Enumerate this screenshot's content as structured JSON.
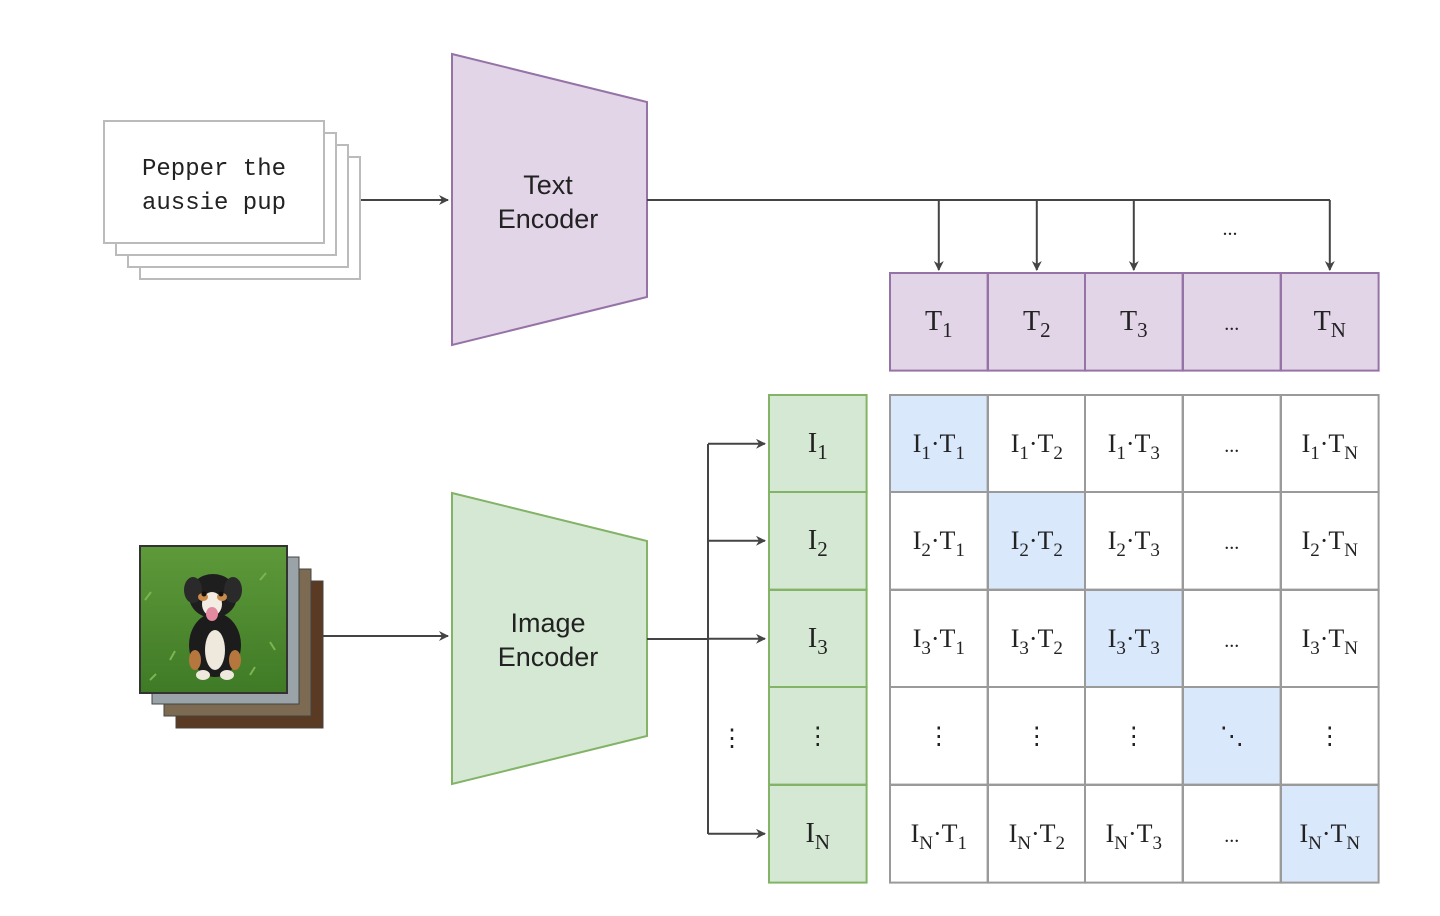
{
  "text_input": {
    "lines": [
      "Pepper the",
      "aussie pup"
    ]
  },
  "text_encoder": {
    "line1": "Text",
    "line2": "Encoder",
    "fill": "#e1d5e7",
    "stroke": "#9673a6"
  },
  "image_encoder": {
    "line1": "Image",
    "line2": "Encoder",
    "fill": "#d5e8d4",
    "stroke": "#82b366"
  },
  "image_input": {
    "depiction": "photo of a black and white puppy sitting on green grass"
  },
  "text_embeddings": {
    "cells": [
      {
        "base": "T",
        "sub": "1"
      },
      {
        "base": "T",
        "sub": "2"
      },
      {
        "base": "T",
        "sub": "3"
      },
      {
        "base": "...",
        "sub": ""
      },
      {
        "base": "T",
        "sub": "N"
      }
    ],
    "arrow_gap_label": "..."
  },
  "image_embeddings": {
    "cells": [
      {
        "base": "I",
        "sub": "1"
      },
      {
        "base": "I",
        "sub": "2"
      },
      {
        "base": "I",
        "sub": "3"
      },
      {
        "base": "⋮",
        "sub": ""
      },
      {
        "base": "I",
        "sub": "N"
      }
    ],
    "side_ellipsis": "⋮"
  },
  "similarity_matrix": {
    "highlight_color": "#dae8fc",
    "rows": [
      [
        {
          "text": "I1·T1",
          "i": "1",
          "t": "1",
          "highlight": true
        },
        {
          "text": "I1·T2",
          "i": "1",
          "t": "2",
          "highlight": false
        },
        {
          "text": "I1·T3",
          "i": "1",
          "t": "3",
          "highlight": false
        },
        {
          "text": "...",
          "highlight": false
        },
        {
          "text": "I1·TN",
          "i": "1",
          "t": "N",
          "highlight": false
        }
      ],
      [
        {
          "text": "I2·T1",
          "i": "2",
          "t": "1",
          "highlight": false
        },
        {
          "text": "I2·T2",
          "i": "2",
          "t": "2",
          "highlight": true
        },
        {
          "text": "I2·T3",
          "i": "2",
          "t": "3",
          "highlight": false
        },
        {
          "text": "...",
          "highlight": false
        },
        {
          "text": "I2·TN",
          "i": "2",
          "t": "N",
          "highlight": false
        }
      ],
      [
        {
          "text": "I3·T1",
          "i": "3",
          "t": "1",
          "highlight": false
        },
        {
          "text": "I3·T2",
          "i": "3",
          "t": "2",
          "highlight": false
        },
        {
          "text": "I3·T3",
          "i": "3",
          "t": "3",
          "highlight": true
        },
        {
          "text": "...",
          "highlight": false
        },
        {
          "text": "I3·TN",
          "i": "3",
          "t": "N",
          "highlight": false
        }
      ],
      [
        {
          "text": "⋮",
          "highlight": false
        },
        {
          "text": "⋮",
          "highlight": false
        },
        {
          "text": "⋮",
          "highlight": false
        },
        {
          "text": "⋱",
          "highlight": true
        },
        {
          "text": "⋮",
          "highlight": false
        }
      ],
      [
        {
          "text": "IN·T1",
          "i": "N",
          "t": "1",
          "highlight": false
        },
        {
          "text": "IN·T2",
          "i": "N",
          "t": "2",
          "highlight": false
        },
        {
          "text": "IN·T3",
          "i": "N",
          "t": "3",
          "highlight": false
        },
        {
          "text": "...",
          "highlight": false
        },
        {
          "text": "IN·TN",
          "i": "N",
          "t": "N",
          "highlight": true
        }
      ]
    ]
  }
}
